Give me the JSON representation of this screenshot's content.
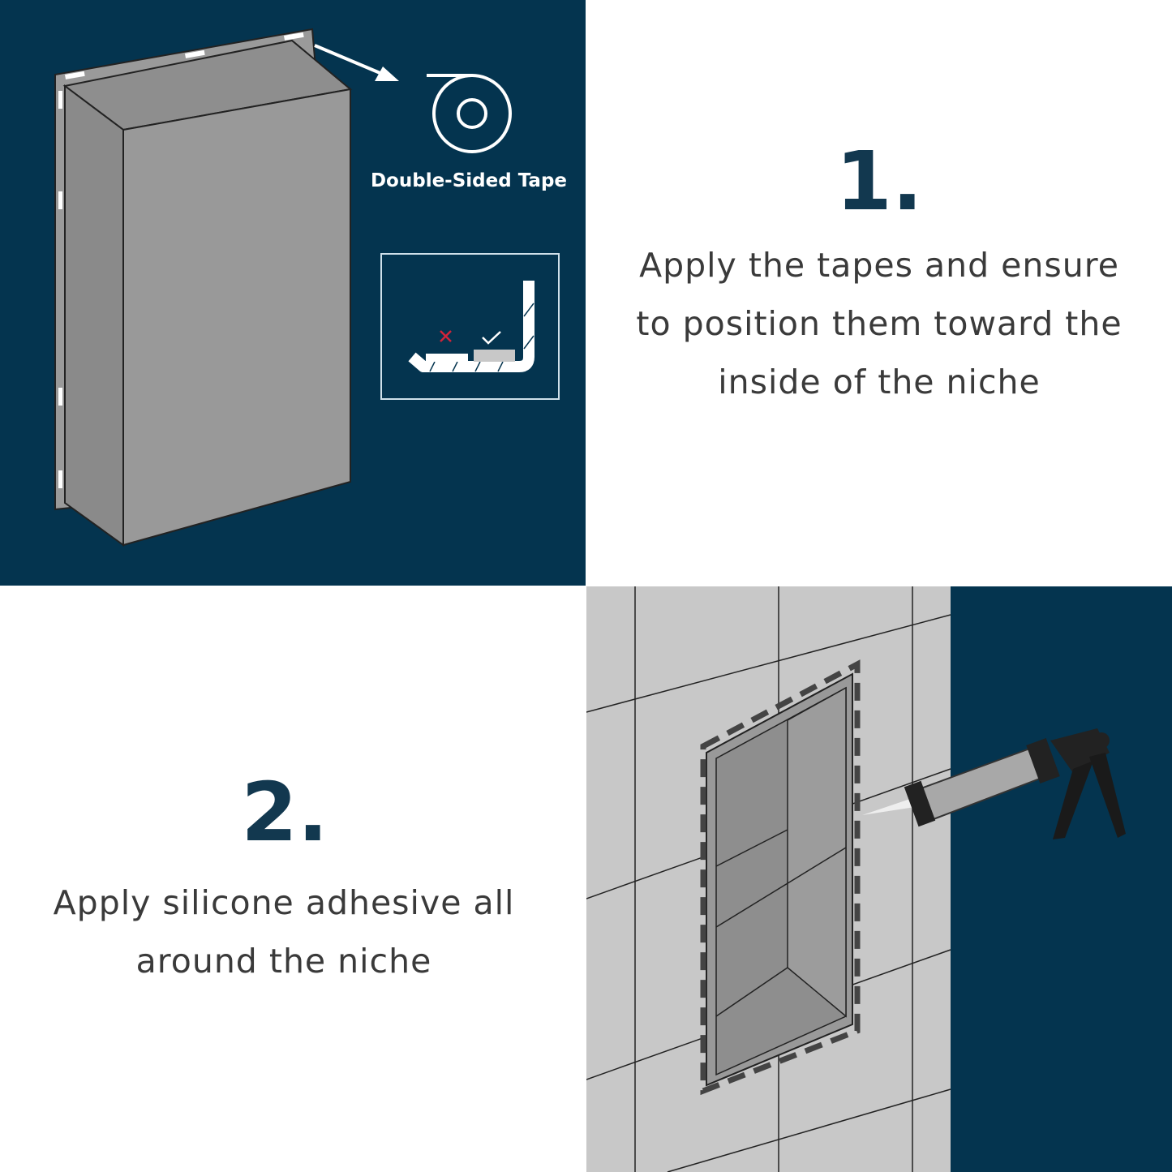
{
  "step1": {
    "number": "1.",
    "text": "Apply the tapes and ensure to position them toward the inside of the niche",
    "lines": [
      "Apply the tapes and ensure",
      "to position them toward the",
      "inside of the niche"
    ],
    "tape_label": "Double-Sided Tape"
  },
  "step2": {
    "number": "2.",
    "lines": [
      "Apply silicone adhesive all",
      "around the niche"
    ]
  },
  "colors": {
    "navy": "#04344f",
    "tile": "#c8c8c8",
    "niche": "#999999",
    "wrong": "#d0243a"
  }
}
